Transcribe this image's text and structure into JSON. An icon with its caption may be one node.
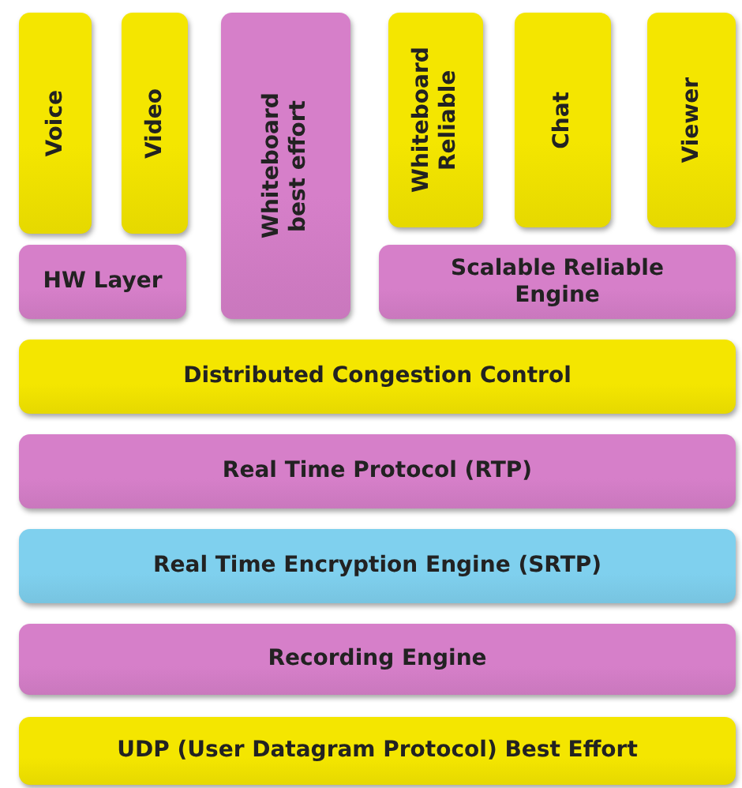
{
  "diagram": {
    "nodes": [
      {
        "text": [
          "Voice"
        ]
      },
      {
        "text": [
          "Video"
        ]
      },
      {
        "text": [
          "Whiteboard best effort"
        ]
      },
      {
        "text": [
          "Whiteboard Reliable"
        ]
      },
      {
        "text": [
          "Chat"
        ]
      },
      {
        "text": [
          "Viewer"
        ]
      },
      {
        "text": [
          "HW Layer"
        ]
      },
      {
        "text": [
          "Scalable Reliable Engine"
        ]
      },
      {
        "text": [
          "Distributed Congestion Control"
        ]
      },
      {
        "text": [
          "Real Time Protocol (RTP)"
        ]
      },
      {
        "text": [
          "Real Time Encryption Engine (SRTP)"
        ]
      },
      {
        "text": [
          "Recording Engine"
        ]
      },
      {
        "text": [
          "UDP (User Datagram Protocol) Best Effort"
        ]
      }
    ]
  }
}
